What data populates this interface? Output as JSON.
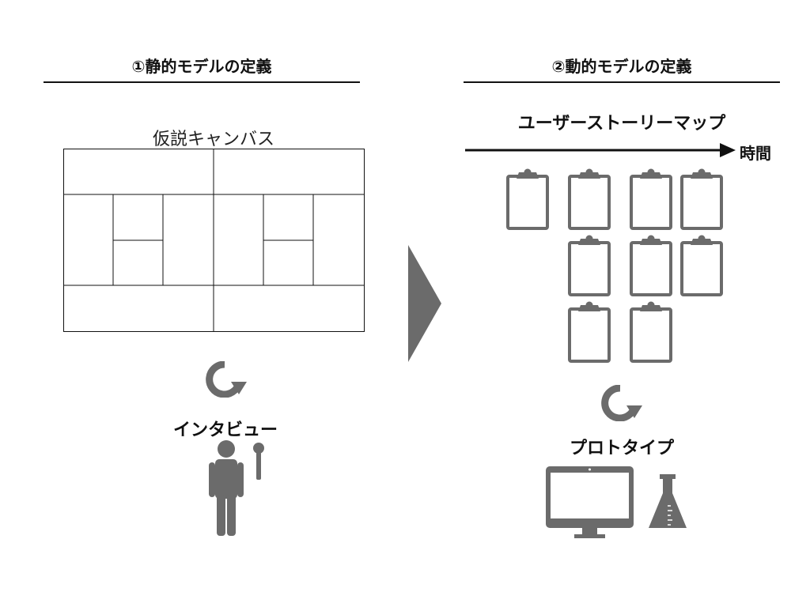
{
  "left": {
    "title": "①静的モデルの定義",
    "canvas_label": "仮説キャンバス",
    "cycle_icon": "refresh-icon",
    "activity_label": "インタビュー",
    "figure_icon": "person-with-microphone-icon"
  },
  "right": {
    "title": "②動的モデルの定義",
    "map_title": "ユーザーストーリーマップ",
    "axis_label": "時間",
    "card_icon": "clipboard-icon",
    "cycle_icon": "refresh-icon",
    "activity_label": "プロトタイプ",
    "device_icons": [
      "monitor-icon",
      "flask-icon"
    ]
  },
  "transition_icon": "chevron-right-icon",
  "colors": {
    "icon": "#6b6b6b",
    "line": "#111111",
    "background": "#ffffff"
  }
}
